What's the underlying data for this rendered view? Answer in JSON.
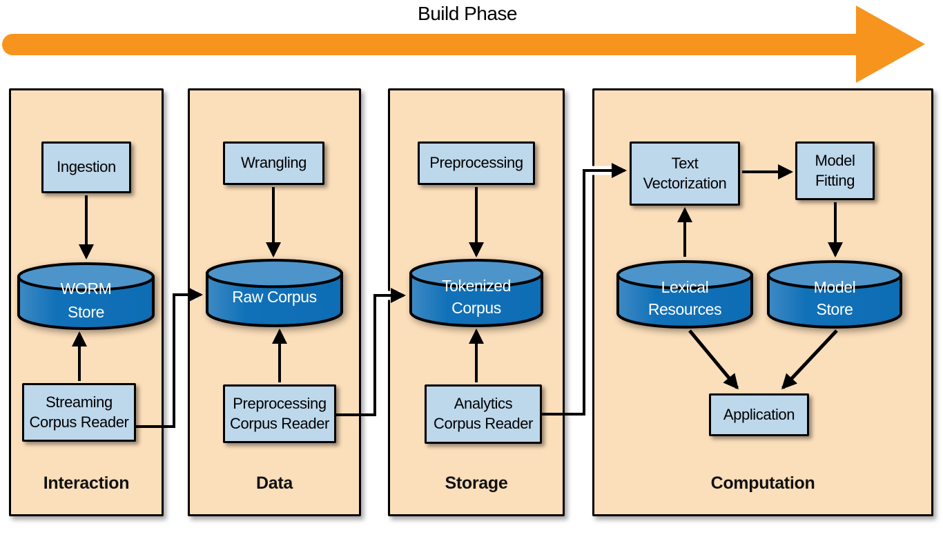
{
  "title": "Build Phase",
  "colors": {
    "arrow_orange": "#F7941E",
    "panel_background": "#FBDEBA",
    "box_background": "#BDD7EB",
    "cylinder_body": "#1171B8",
    "cylinder_top": "#4D94CB",
    "line": "#000000",
    "cylinder_text": "#FFFFFF"
  },
  "panels": [
    {
      "label": "Interaction"
    },
    {
      "label": "Data"
    },
    {
      "label": "Storage"
    },
    {
      "label": "Computation"
    }
  ],
  "nodes": {
    "ingestion": {
      "line1": "Ingestion"
    },
    "worm_store": {
      "line1": "WORM",
      "line2": "Store"
    },
    "streaming_corpus_reader": {
      "line1": "Streaming",
      "line2": "Corpus Reader"
    },
    "wrangling": {
      "line1": "Wrangling"
    },
    "raw_corpus": {
      "line1": "Raw Corpus"
    },
    "preprocessing_corpus_reader": {
      "line1": "Preprocessing",
      "line2": "Corpus Reader"
    },
    "preprocessing": {
      "line1": "Preprocessing"
    },
    "tokenized_corpus": {
      "line1": "Tokenized",
      "line2": "Corpus"
    },
    "analytics_corpus_reader": {
      "line1": "Analytics",
      "line2": "Corpus Reader"
    },
    "text_vectorization": {
      "line1": "Text",
      "line2": "Vectorization"
    },
    "model_fitting": {
      "line1": "Model",
      "line2": "Fitting"
    },
    "lexical_resources": {
      "line1": "Lexical",
      "line2": "Resources"
    },
    "model_store": {
      "line1": "Model",
      "line2": "Store"
    },
    "application": {
      "line1": "Application"
    }
  },
  "edges": [
    {
      "from": "ingestion",
      "to": "worm_store"
    },
    {
      "from": "streaming_corpus_reader",
      "to": "worm_store"
    },
    {
      "from": "streaming_corpus_reader",
      "to": "raw_corpus"
    },
    {
      "from": "wrangling",
      "to": "raw_corpus"
    },
    {
      "from": "preprocessing_corpus_reader",
      "to": "raw_corpus"
    },
    {
      "from": "preprocessing_corpus_reader",
      "to": "tokenized_corpus"
    },
    {
      "from": "preprocessing",
      "to": "tokenized_corpus"
    },
    {
      "from": "analytics_corpus_reader",
      "to": "tokenized_corpus"
    },
    {
      "from": "analytics_corpus_reader",
      "to": "text_vectorization"
    },
    {
      "from": "lexical_resources",
      "to": "text_vectorization"
    },
    {
      "from": "text_vectorization",
      "to": "model_fitting"
    },
    {
      "from": "model_fitting",
      "to": "model_store"
    },
    {
      "from": "lexical_resources",
      "to": "application"
    },
    {
      "from": "model_store",
      "to": "application"
    }
  ]
}
